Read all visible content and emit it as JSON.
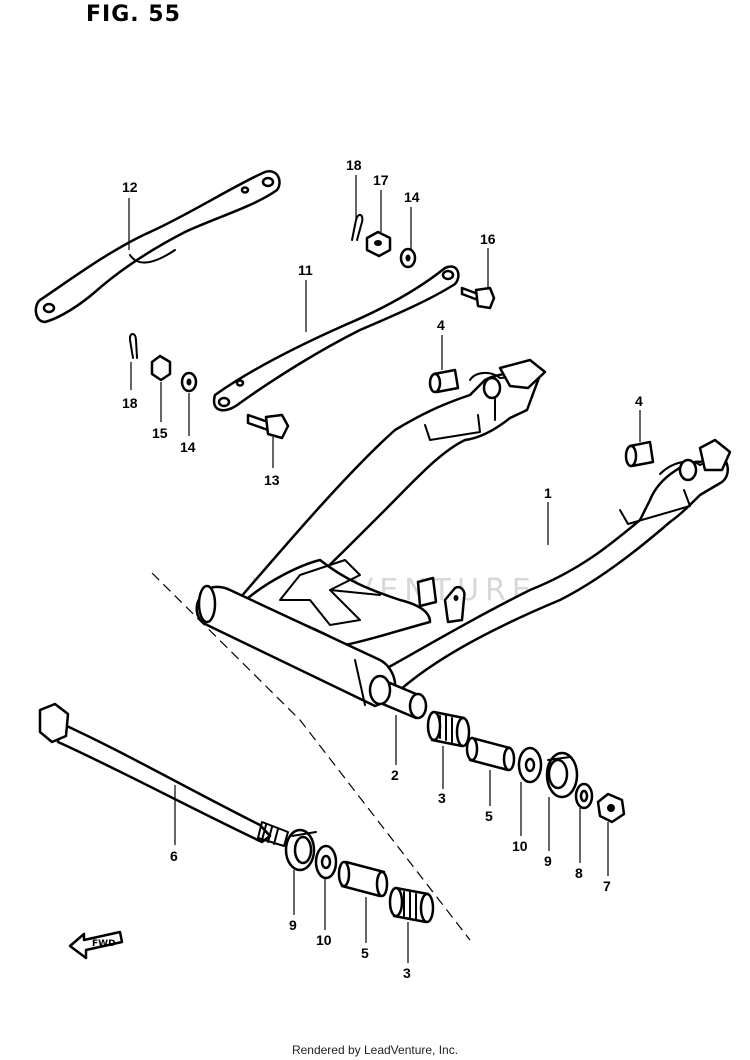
{
  "figure_title": "FIG. 55",
  "footer": "Rendered by LeadVenture, Inc.",
  "watermark": "LEADVENTURE",
  "fwd_label": "FWD",
  "callouts": [
    {
      "id": "c1",
      "label": "1"
    },
    {
      "id": "c2",
      "label": "2"
    },
    {
      "id": "c3a",
      "label": "3"
    },
    {
      "id": "c3b",
      "label": "3"
    },
    {
      "id": "c4a",
      "label": "4"
    },
    {
      "id": "c4b",
      "label": "4"
    },
    {
      "id": "c5a",
      "label": "5"
    },
    {
      "id": "c5b",
      "label": "5"
    },
    {
      "id": "c6",
      "label": "6"
    },
    {
      "id": "c7",
      "label": "7"
    },
    {
      "id": "c8",
      "label": "8"
    },
    {
      "id": "c9a",
      "label": "9"
    },
    {
      "id": "c9b",
      "label": "9"
    },
    {
      "id": "c10a",
      "label": "10"
    },
    {
      "id": "c10b",
      "label": "10"
    },
    {
      "id": "c11",
      "label": "11"
    },
    {
      "id": "c12",
      "label": "12"
    },
    {
      "id": "c13",
      "label": "13"
    },
    {
      "id": "c14a",
      "label": "14"
    },
    {
      "id": "c14b",
      "label": "14"
    },
    {
      "id": "c15",
      "label": "15"
    },
    {
      "id": "c16",
      "label": "16"
    },
    {
      "id": "c17",
      "label": "17"
    },
    {
      "id": "c18a",
      "label": "18"
    },
    {
      "id": "c18b",
      "label": "18"
    }
  ]
}
